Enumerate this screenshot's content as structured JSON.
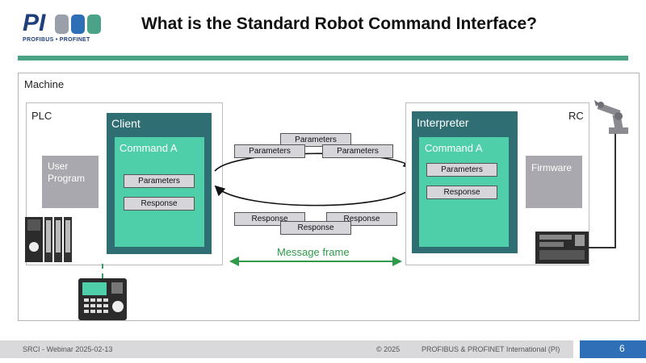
{
  "logo": {
    "mark": "PI",
    "sub": "PROFIBUS • PROFINET"
  },
  "title": "What is the Standard Robot Command Interface?",
  "diagram": {
    "machine_label": "Machine",
    "plc_label": "PLC",
    "client_label": "Client",
    "command_a_left": "Command A",
    "params_left": "Parameters",
    "response_left": "Response",
    "user_program_line1": "User",
    "user_program_line2": "Program",
    "interpreter_label": "Interpreter",
    "rc_label": "RC",
    "command_a_right": "Command A",
    "params_right": "Parameters",
    "response_right": "Response",
    "firmware_label": "Firmware",
    "msg_params_top": "Parameters",
    "msg_params_left": "Parameters",
    "msg_params_right": "Parameters",
    "msg_response_left": "Response",
    "msg_response_right": "Response",
    "msg_response_bottom": "Response",
    "message_frame": "Message frame"
  },
  "footer": {
    "left": "SRCI - Webinar 2025-02-13",
    "copyright": "© 2025",
    "org": "PROFIBUS & PROFINET International (PI)",
    "page": "6"
  },
  "colors": {
    "accent_green": "#4aa386",
    "dark_teal": "#2f6e73",
    "light_teal": "#4ecfa9",
    "footer_blue": "#2f6fb8"
  }
}
